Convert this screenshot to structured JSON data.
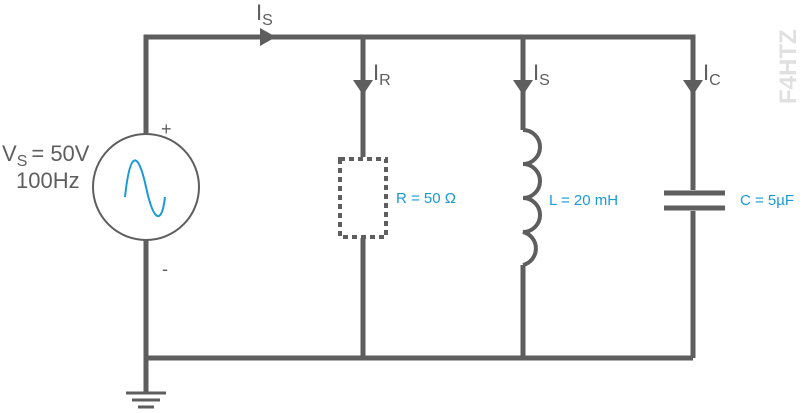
{
  "source": {
    "label_main": "V",
    "label_sub": "S",
    "voltage": "= 50V",
    "frequency": "100Hz",
    "plus": "+",
    "minus": "-"
  },
  "currents": {
    "source": {
      "main": "I",
      "sub": "S"
    },
    "resistor": {
      "main": "I",
      "sub": "R"
    },
    "inductor": {
      "main": "I",
      "sub": "S"
    },
    "capacitor": {
      "main": "I",
      "sub": "C"
    }
  },
  "components": {
    "resistor": "R = 50 Ω",
    "inductor": "L = 20 mH",
    "capacitor": "C = 5µF"
  },
  "watermark": "F4HTZ",
  "colors": {
    "wire": "#5e5e5e",
    "value": "#1a9ad6",
    "watermark": "#e0e0e0"
  }
}
